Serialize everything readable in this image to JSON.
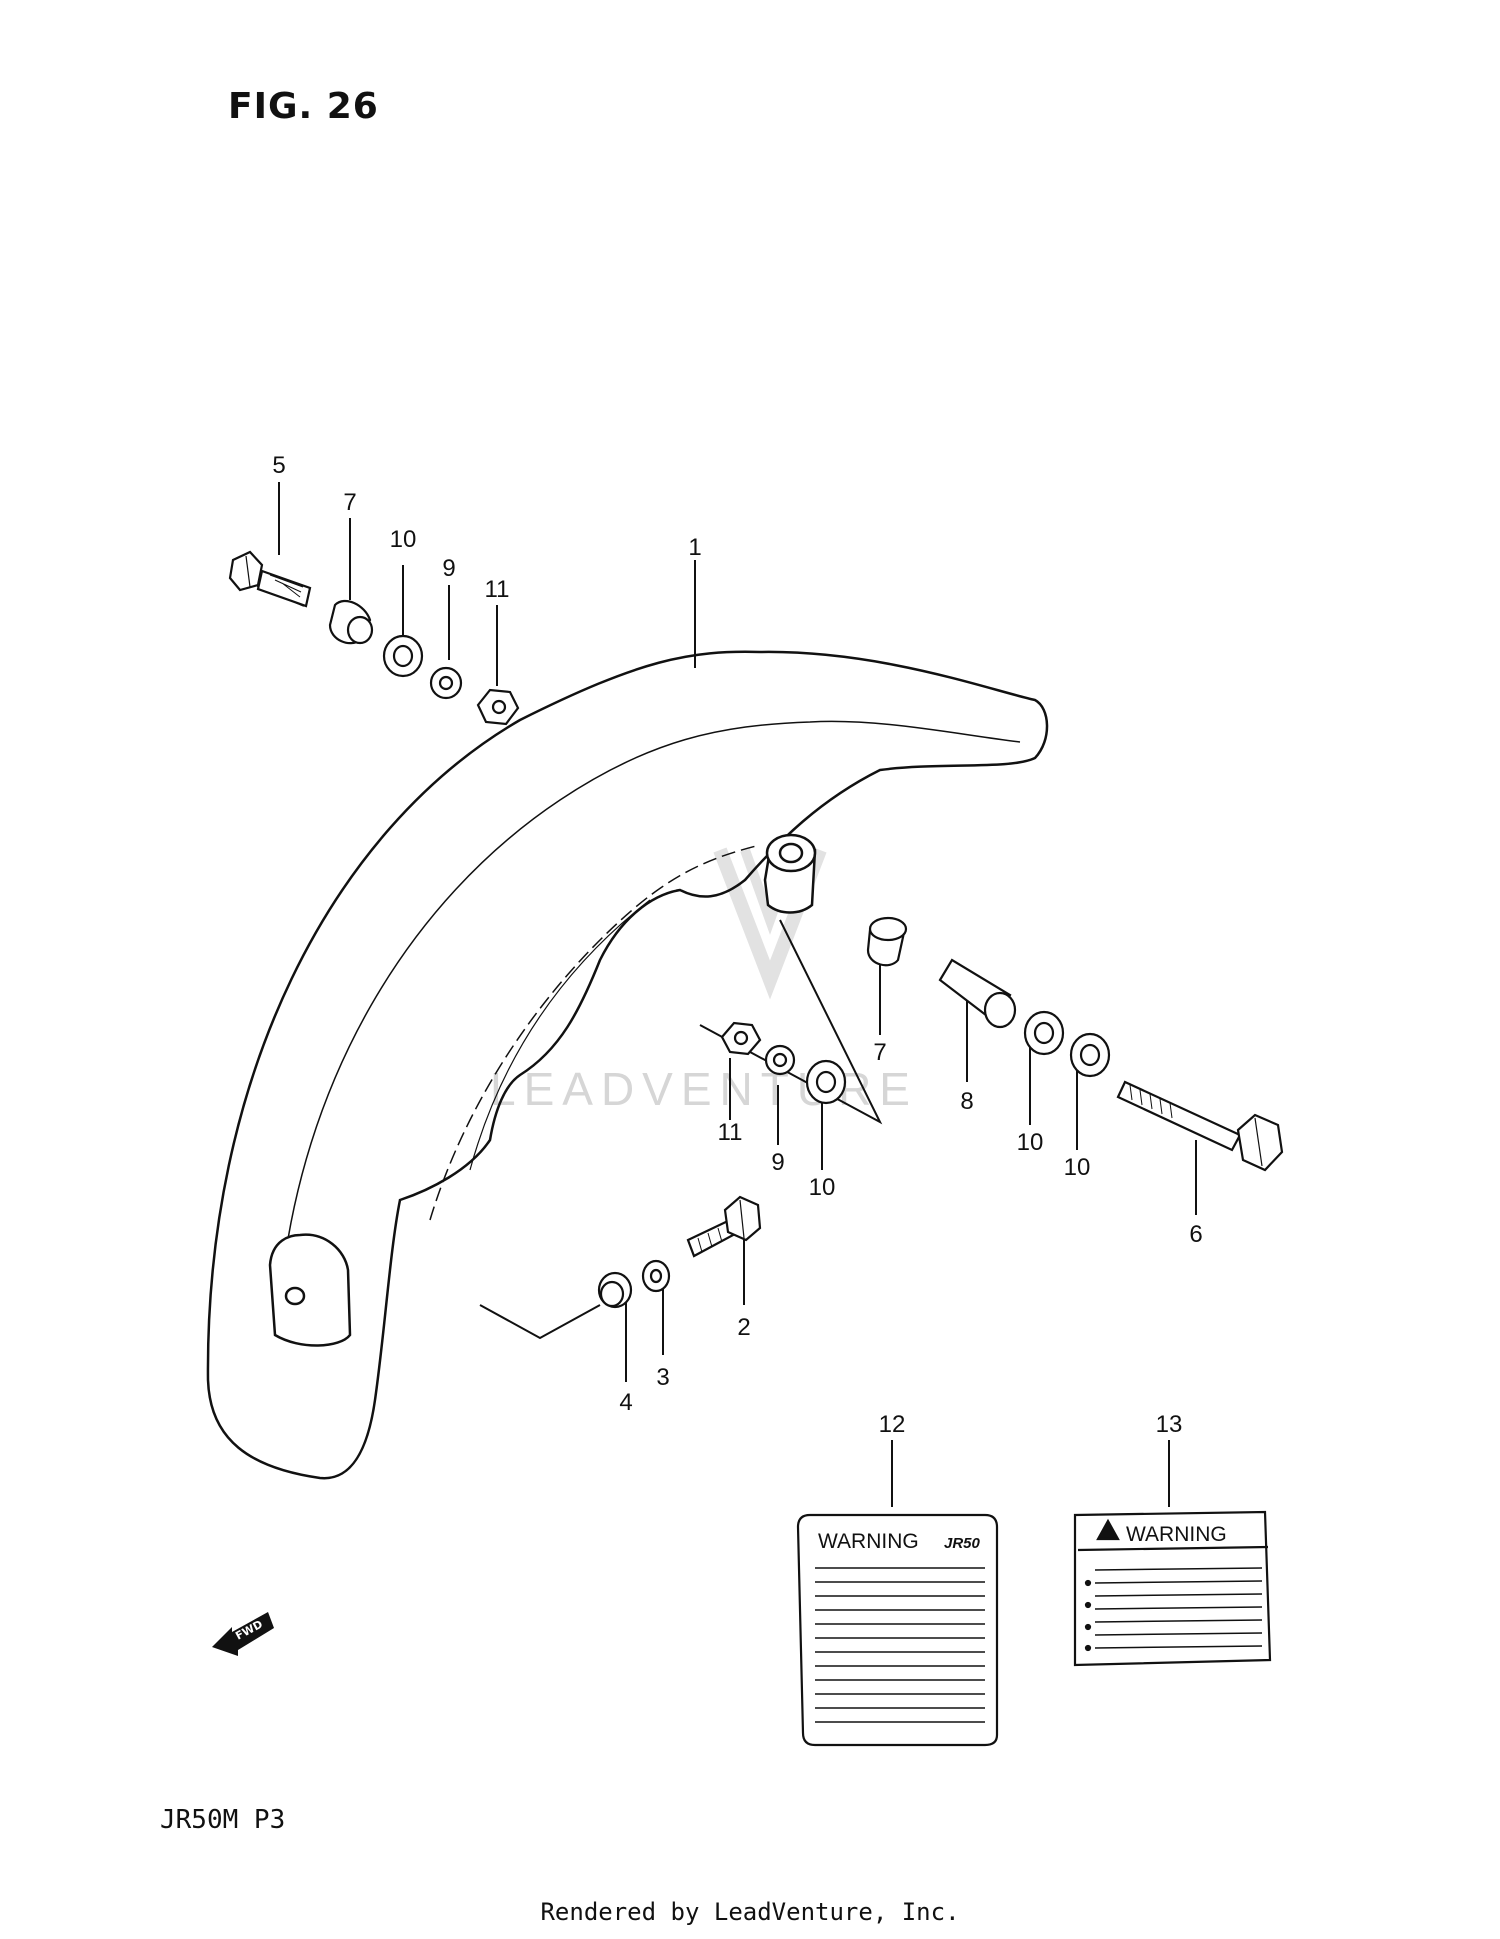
{
  "figure": {
    "title": "FIG. 26"
  },
  "callouts": {
    "c1": "1",
    "c2": "2",
    "c3": "3",
    "c4": "4",
    "c5": "5",
    "c6": "6",
    "c7a": "7",
    "c7b": "7",
    "c8": "8",
    "c9a": "9",
    "c9b": "9",
    "c10a": "10",
    "c10b": "10",
    "c10c": "10",
    "c10d": "10",
    "c11a": "11",
    "c11b": "11",
    "c12": "12",
    "c13": "13"
  },
  "labels": {
    "warning_12": "WARNING",
    "warning_12_tag": "JR50",
    "warning_13": "WARNING",
    "fwd": "FWD"
  },
  "watermark": "LEADVENTURE",
  "model_code": "JR50M P3",
  "footer": "Rendered by LeadVenture, Inc."
}
